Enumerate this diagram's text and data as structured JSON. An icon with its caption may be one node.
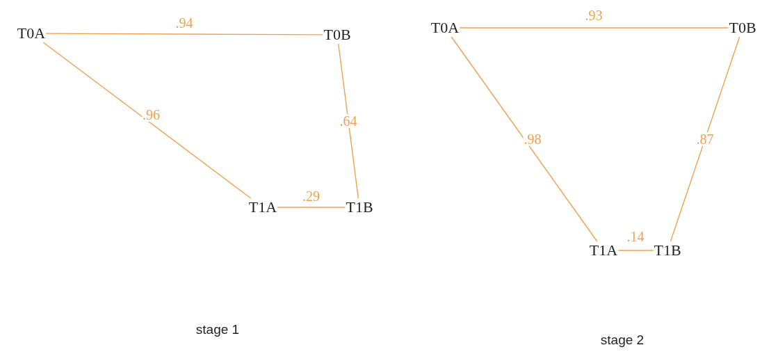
{
  "diagram": {
    "nodes": [
      {
        "text": [
          "T0A"
        ]
      },
      {
        "text": [
          "T0B"
        ]
      },
      {
        "text": [
          "T1A"
        ]
      },
      {
        "text": [
          "T1B"
        ]
      },
      {
        "text": [
          "T0A"
        ]
      },
      {
        "text": [
          "T0B"
        ]
      },
      {
        "text": [
          "T1A"
        ]
      },
      {
        "text": [
          "T1B"
        ]
      }
    ],
    "edges": [
      {
        "from": 0,
        "to": 1,
        "arrow": "none",
        "label": ".94"
      },
      {
        "from": 0,
        "to": 2,
        "arrow": "none",
        "label": ".96"
      },
      {
        "from": 1,
        "to": 3,
        "arrow": "none",
        "label": ".64"
      },
      {
        "from": 2,
        "to": 3,
        "arrow": "none",
        "label": ".29"
      },
      {
        "from": 4,
        "to": 5,
        "arrow": "none",
        "label": ".93"
      },
      {
        "from": 4,
        "to": 6,
        "arrow": "none",
        "label": ".98"
      },
      {
        "from": 5,
        "to": 7,
        "arrow": "none",
        "label": ".87"
      },
      {
        "from": 6,
        "to": 7,
        "arrow": "none",
        "label": ".14"
      }
    ],
    "labels": [
      "stage 1",
      "stage 2"
    ]
  }
}
